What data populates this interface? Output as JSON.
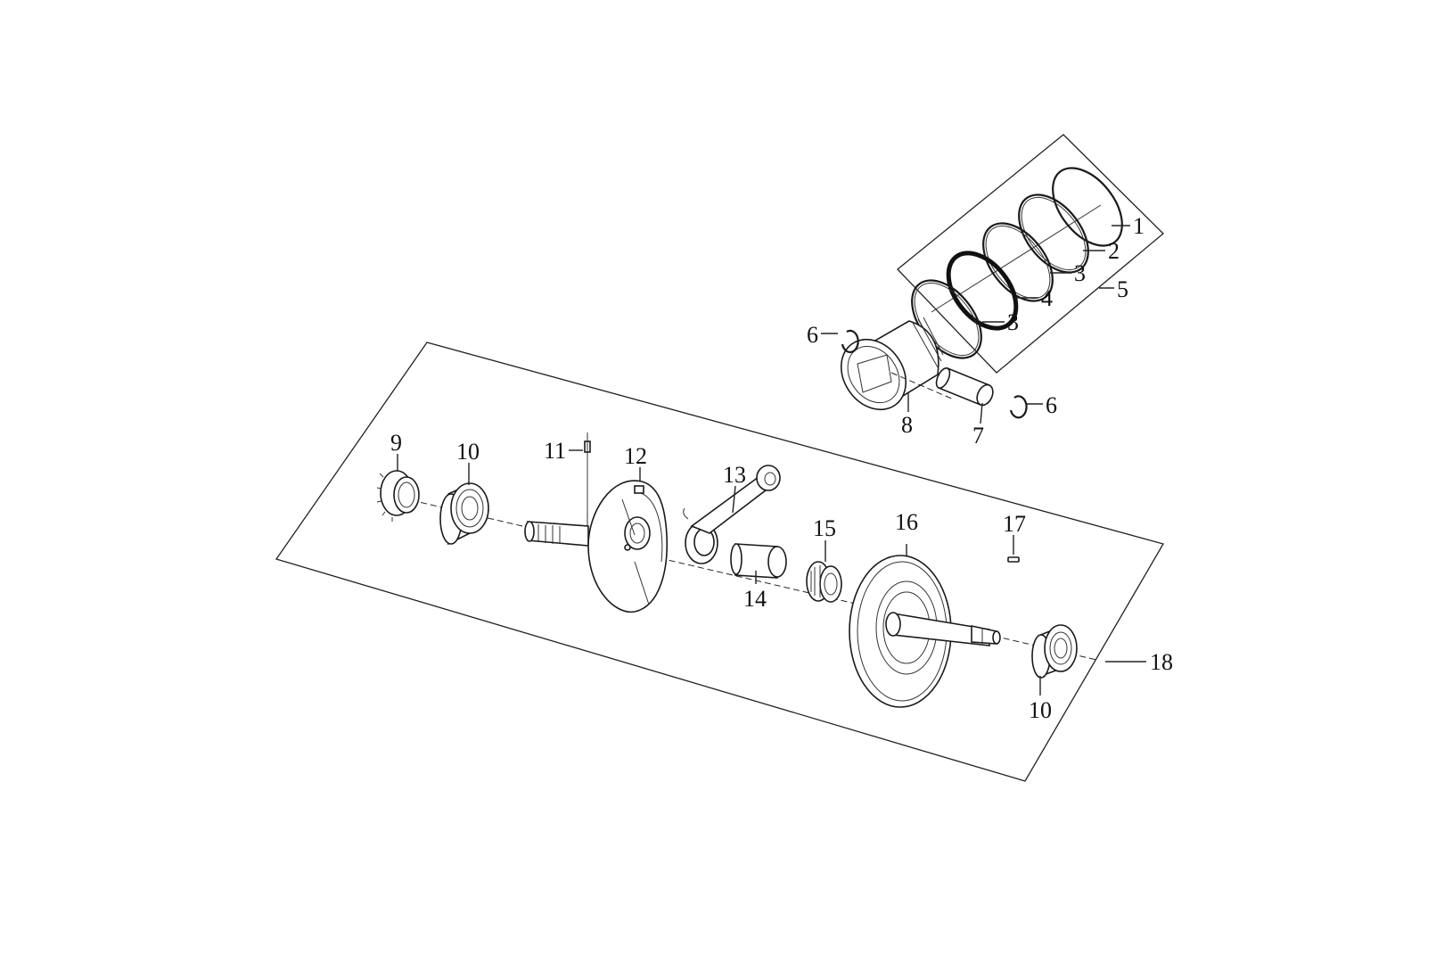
{
  "diagram": {
    "type": "exploded-parts-diagram",
    "subject": "piston and crankshaft assembly",
    "groups": [
      {
        "id": "piston-ring-set",
        "label": "5",
        "members": [
          "1",
          "2",
          "3",
          "4",
          "3"
        ]
      },
      {
        "id": "crankshaft-assembly",
        "label": "18",
        "members": [
          "9",
          "10",
          "11",
          "12",
          "13",
          "14",
          "15",
          "16",
          "17",
          "10"
        ]
      }
    ],
    "callouts": [
      {
        "id": "c1",
        "label": "1"
      },
      {
        "id": "c2",
        "label": "2"
      },
      {
        "id": "c3a",
        "label": "3"
      },
      {
        "id": "c4",
        "label": "4"
      },
      {
        "id": "c3b",
        "label": "3"
      },
      {
        "id": "c5",
        "label": "5"
      },
      {
        "id": "c6a",
        "label": "6"
      },
      {
        "id": "c6b",
        "label": "6"
      },
      {
        "id": "c7",
        "label": "7"
      },
      {
        "id": "c8",
        "label": "8"
      },
      {
        "id": "c9",
        "label": "9"
      },
      {
        "id": "c10a",
        "label": "10"
      },
      {
        "id": "c11",
        "label": "11"
      },
      {
        "id": "c12",
        "label": "12"
      },
      {
        "id": "c13",
        "label": "13"
      },
      {
        "id": "c14",
        "label": "14"
      },
      {
        "id": "c15",
        "label": "15"
      },
      {
        "id": "c16",
        "label": "16"
      },
      {
        "id": "c17",
        "label": "17"
      },
      {
        "id": "c10b",
        "label": "10"
      },
      {
        "id": "c18",
        "label": "18"
      }
    ]
  },
  "colors": {
    "background": "#ffffff",
    "line": "#1a1a1a"
  }
}
